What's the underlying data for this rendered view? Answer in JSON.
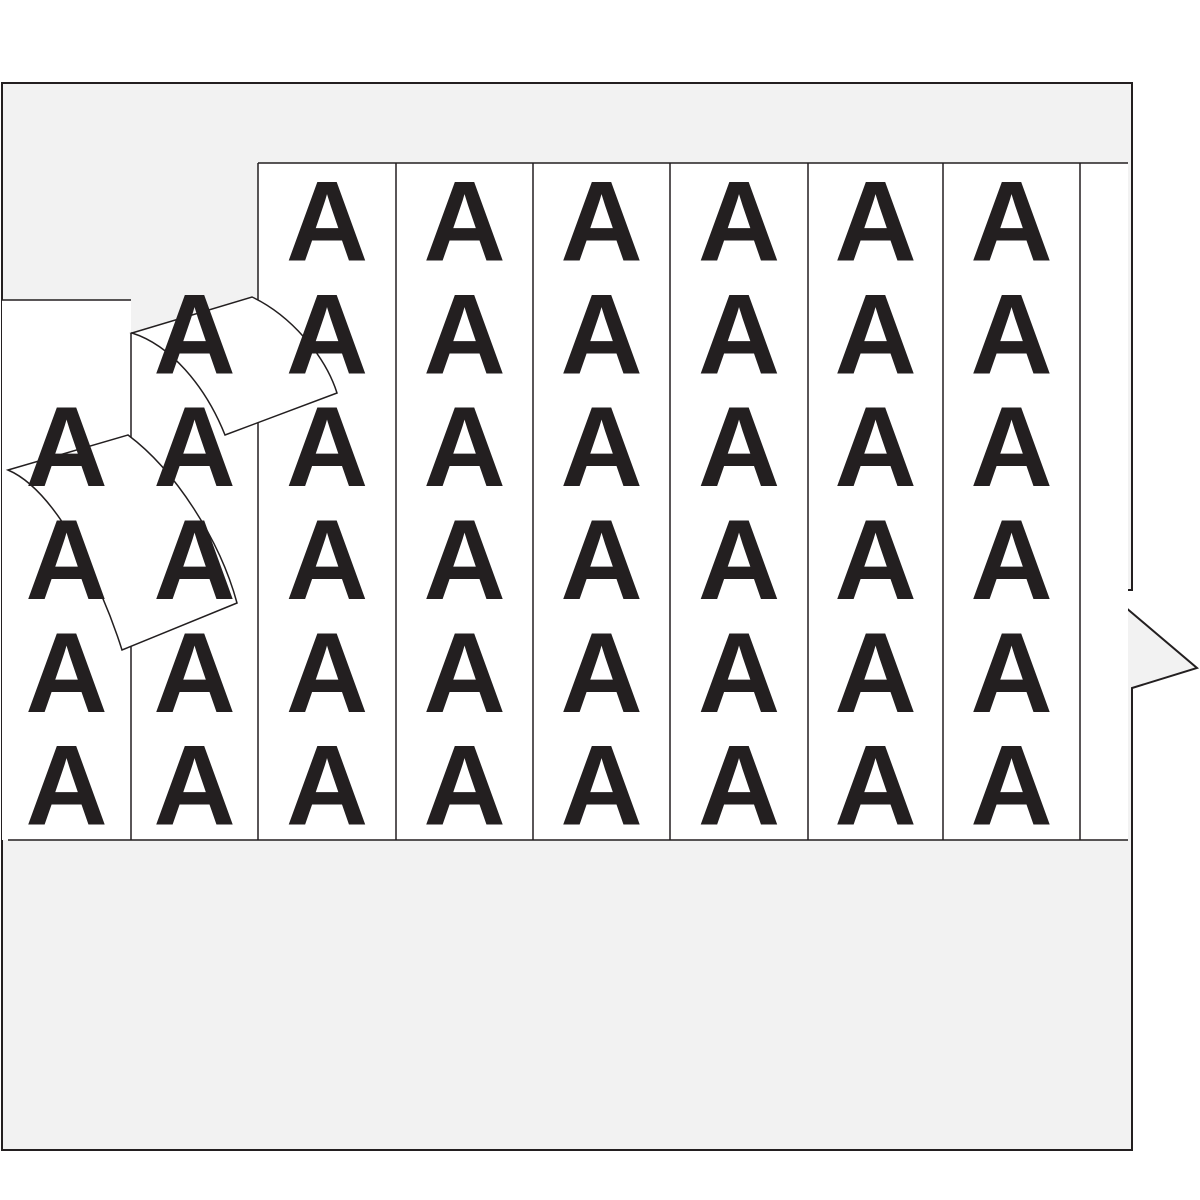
{
  "sheet": {
    "label_letter": "A",
    "rows": 6,
    "columns": 8,
    "removed_labels": [
      [
        0,
        0
      ],
      [
        1,
        0
      ],
      [
        0,
        1
      ]
    ],
    "peeling_labels": [
      [
        2,
        0
      ],
      [
        1,
        1
      ]
    ],
    "colors": {
      "backing": "#f2f2f2",
      "label": "#ffffff",
      "ink": "#231f20",
      "outline": "#231f20"
    }
  }
}
